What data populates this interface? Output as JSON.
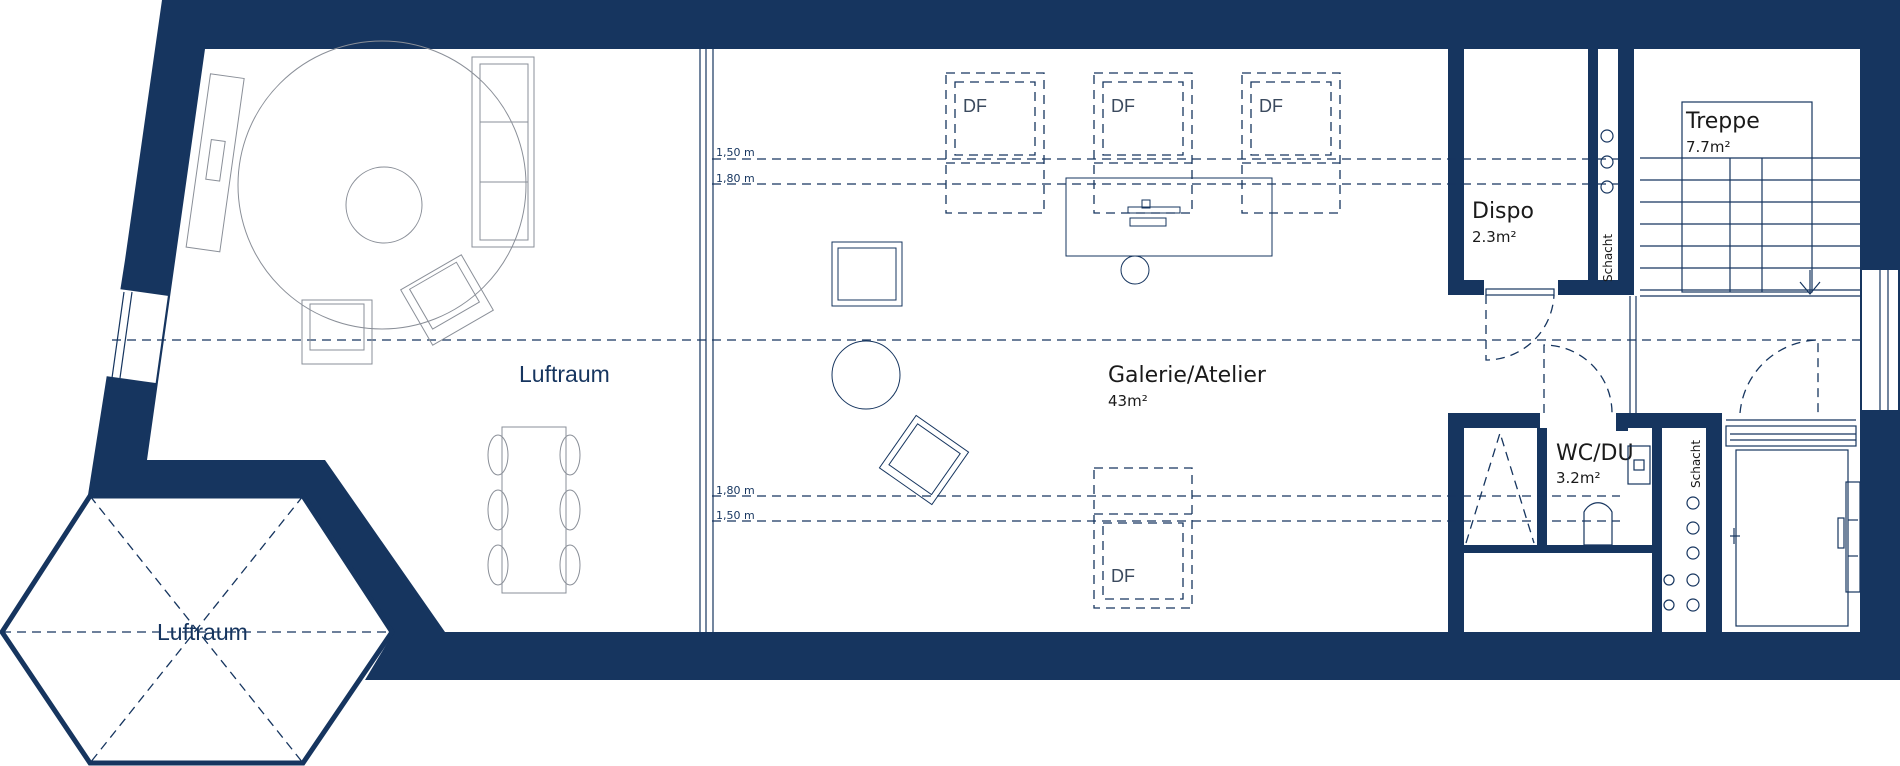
{
  "colors": {
    "wall": "#16355f",
    "background": "#ffffff"
  },
  "rooms": {
    "galerie": {
      "name": "Galerie/Atelier",
      "area": "43m²"
    },
    "dispo": {
      "name": "Dispo",
      "area": "2.3m²"
    },
    "treppe": {
      "name": "Treppe",
      "area": "7.7m²"
    },
    "wc": {
      "name": "WC/DU",
      "area": "3.2m²"
    }
  },
  "luftraum": {
    "main": "Luftraum",
    "hexagon": "Luftraum"
  },
  "dimensions": {
    "top_1": "1,50 m",
    "top_2": "1,80 m",
    "bottom_1": "1,80 m",
    "bottom_2": "1,50 m"
  },
  "skylights": {
    "top_1": "DF",
    "top_2": "DF",
    "top_3": "DF",
    "bottom": "DF"
  },
  "schacht": {
    "upper": "Schacht",
    "lower": "Schacht"
  }
}
